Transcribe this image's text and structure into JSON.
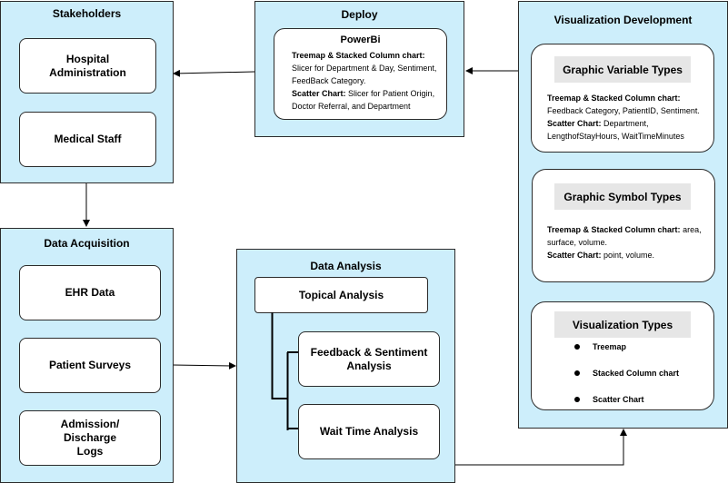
{
  "stakeholders": {
    "title": "Stakeholders",
    "items": [
      "Hospital Administration",
      "Medical Staff"
    ]
  },
  "deploy": {
    "title": "Deploy",
    "tool": "PowerBi",
    "treemap_label": "Treemap & Stacked Column chart:",
    "treemap_text": "Slicer for Department & Day, Sentiment, FeedBack Category.",
    "scatter_label": "Scatter Chart:",
    "scatter_text": "Slicer for Patient Origin, Doctor Referral, and Department"
  },
  "visualization_development": {
    "title": "Visualization Development",
    "variable_types": {
      "title": "Graphic Variable Types",
      "treemap_label": "Treemap & Stacked Column chart:",
      "treemap_text": "Feedback Category, PatientID, Sentiment.",
      "scatter_label": "Scatter Chart:",
      "scatter_text": "Department, LengthofStayHours, WaitTimeMinutes"
    },
    "symbol_types": {
      "title": "Graphic Symbol Types",
      "treemap_label": "Treemap & Stacked Column chart:",
      "treemap_text": "area, surface, volume.",
      "scatter_label": "Scatter Chart:",
      "scatter_text": "point, volume."
    },
    "visualization_types": {
      "title": "Visualization Types",
      "items": [
        "Treemap",
        "Stacked Column chart",
        "Scatter Chart"
      ]
    }
  },
  "data_acquisition": {
    "title": "Data Acquisition",
    "items": [
      "EHR Data",
      "Patient Surveys",
      "Admission/ Discharge Logs"
    ]
  },
  "data_analysis": {
    "title": "Data Analysis",
    "topical": "Topical Analysis",
    "feedback": "Feedback & Sentiment Analysis",
    "wait_time": "Wait Time Analysis"
  }
}
